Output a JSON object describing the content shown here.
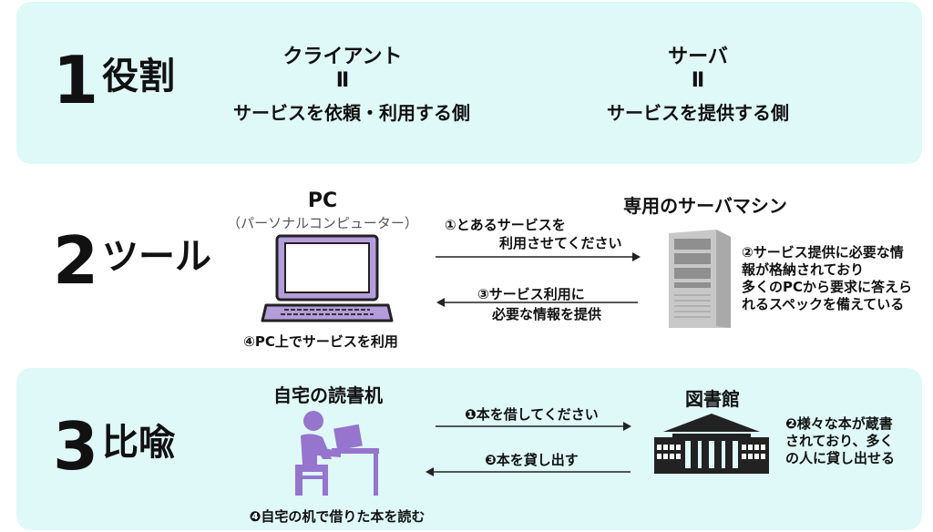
{
  "section1": {
    "number": "1",
    "title": "役割",
    "client_title": "クライアント",
    "client_eq": "Ⅱ",
    "client_desc": "サービスを依頼・利用する側",
    "server_title": "サーバ",
    "server_eq": "Ⅱ",
    "server_desc": "サービスを提供する側"
  },
  "section2": {
    "number": "2",
    "title": "ツール",
    "pc_title": "PC",
    "pc_subtitle": "（パーソナルコンピューター）",
    "pc_caption": "④PC上でサービスを利用",
    "arrow1_line1": "①とあるサービスを",
    "arrow1_line2": "利用させてください",
    "arrow2_line1": "③サービス利用に",
    "arrow2_line2": "必要な情報を提供",
    "server_title": "専用のサーバマシン",
    "server_desc_lines": [
      "②サービス提供に必要な情",
      "報が格納されており",
      "多くのPCから要求に答えら",
      "れるスペックを備えている"
    ]
  },
  "section3": {
    "number": "3",
    "title": "比喩",
    "home_title": "自宅の読書机",
    "home_caption": "❹自宅の机で借りた本を読む",
    "arrow1": "❶本を借してください",
    "arrow2": "❸本を貸し出す",
    "library_title": "図書館",
    "library_desc_lines": [
      "❷様々な本が蔵書",
      "されており、多く",
      "の人に貸し出せる"
    ]
  },
  "colors": {
    "panel_bg": "#dff8f8",
    "laptop_purple": "#b39ddb",
    "person_purple": "#9575cd",
    "server_gray": "#c8c8c8",
    "library_dark": "#222222"
  },
  "icons": [
    "laptop-icon",
    "server-tower-icon",
    "person-at-desk-icon",
    "library-building-icon"
  ]
}
